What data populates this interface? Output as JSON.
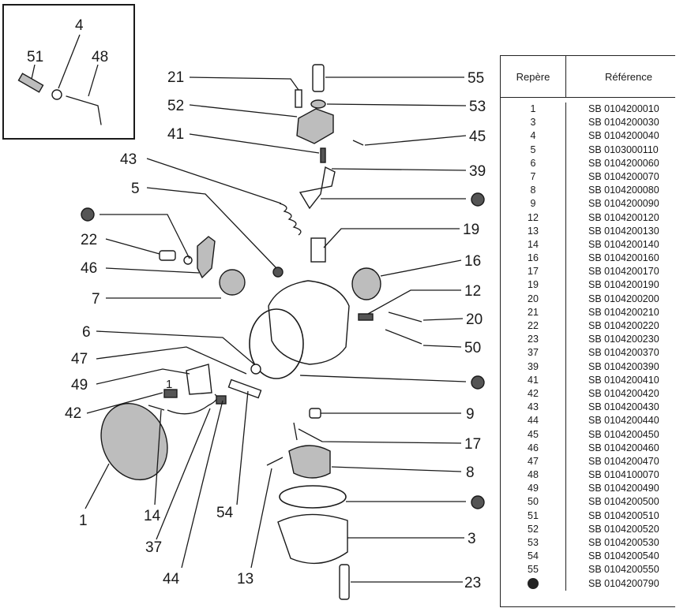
{
  "callouts": {
    "c51": "51",
    "c4": "4",
    "c48": "48",
    "c21": "21",
    "c52": "52",
    "c41": "41",
    "c43": "43",
    "c5": "5",
    "c22": "22",
    "c46": "46",
    "c7": "7",
    "c6": "6",
    "c47": "47",
    "c49": "49",
    "c42": "42",
    "c1": "1",
    "c14": "14",
    "c37": "37",
    "c44": "44",
    "c13": "13",
    "c54": "54",
    "c55": "55",
    "c53": "53",
    "c45": "45",
    "c39": "39",
    "c19": "19",
    "c16": "16",
    "c12": "12",
    "c20": "20",
    "c50": "50",
    "c9": "9",
    "c17": "17",
    "c8": "8",
    "c3": "3",
    "c23": "23",
    "small1": "1"
  },
  "table": {
    "header_repere": "Repère",
    "header_reference": "Référence",
    "rows": [
      {
        "rep": "1",
        "ref": "SB 0104200010"
      },
      {
        "rep": "3",
        "ref": "SB 0104200030"
      },
      {
        "rep": "4",
        "ref": "SB 0104200040"
      },
      {
        "rep": "5",
        "ref": "SB 0103000110"
      },
      {
        "rep": "6",
        "ref": "SB 0104200060"
      },
      {
        "rep": "7",
        "ref": "SB 0104200070"
      },
      {
        "rep": "8",
        "ref": "SB 0104200080"
      },
      {
        "rep": "9",
        "ref": "SB 0104200090"
      },
      {
        "rep": "12",
        "ref": "SB 0104200120"
      },
      {
        "rep": "13",
        "ref": "SB 0104200130"
      },
      {
        "rep": "14",
        "ref": "SB 0104200140"
      },
      {
        "rep": "16",
        "ref": "SB 0104200160"
      },
      {
        "rep": "17",
        "ref": "SB 0104200170"
      },
      {
        "rep": "19",
        "ref": "SB 0104200190"
      },
      {
        "rep": "20",
        "ref": "SB 0104200200"
      },
      {
        "rep": "21",
        "ref": "SB 0104200210"
      },
      {
        "rep": "22",
        "ref": "SB 0104200220"
      },
      {
        "rep": "23",
        "ref": "SB 0104200230"
      },
      {
        "rep": "37",
        "ref": "SB 0104200370"
      },
      {
        "rep": "39",
        "ref": "SB 0104200390"
      },
      {
        "rep": "41",
        "ref": "SB 0104200410"
      },
      {
        "rep": "42",
        "ref": "SB 0104200420"
      },
      {
        "rep": "43",
        "ref": "SB 0104200430"
      },
      {
        "rep": "44",
        "ref": "SB 0104200440"
      },
      {
        "rep": "45",
        "ref": "SB 0104200450"
      },
      {
        "rep": "46",
        "ref": "SB 0104200460"
      },
      {
        "rep": "47",
        "ref": "SB 0104200470"
      },
      {
        "rep": "48",
        "ref": "SB 0104100070"
      },
      {
        "rep": "49",
        "ref": "SB 0104200490"
      },
      {
        "rep": "50",
        "ref": "SB 0104200500"
      },
      {
        "rep": "51",
        "ref": "SB 0104200510"
      },
      {
        "rep": "52",
        "ref": "SB 0104200520"
      },
      {
        "rep": "53",
        "ref": "SB 0104200530"
      },
      {
        "rep": "54",
        "ref": "SB 0104200540"
      },
      {
        "rep": "55",
        "ref": "SB 0104200550"
      },
      {
        "rep": "",
        "ref": "SB 0104200790",
        "dot": true
      }
    ]
  }
}
